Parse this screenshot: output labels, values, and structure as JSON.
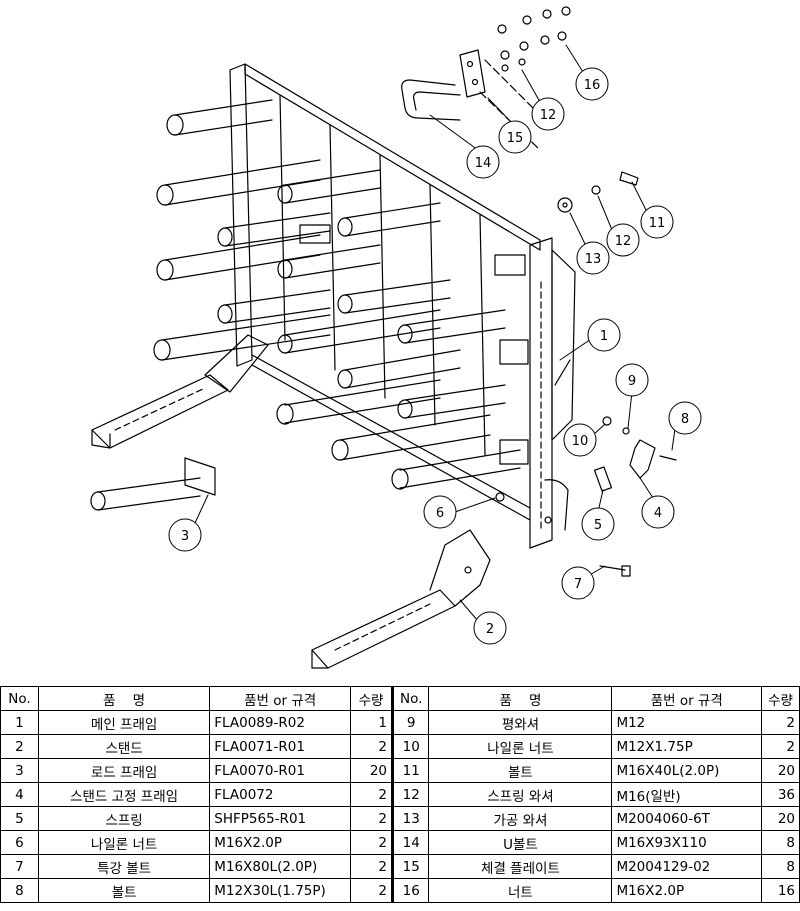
{
  "headers": {
    "no": "No.",
    "name": "품    명",
    "code": "품번 or 규격",
    "qty": "수량"
  },
  "parts_left": [
    {
      "no": "1",
      "name": "메인 프래임",
      "code": "FLA0089-R02",
      "qty": "1"
    },
    {
      "no": "2",
      "name": "스탠드",
      "code": "FLA0071-R01",
      "qty": "2"
    },
    {
      "no": "3",
      "name": "로드 프래임",
      "code": "FLA0070-R01",
      "qty": "20"
    },
    {
      "no": "4",
      "name": "스탠드 고정 프래임",
      "code": "FLA0072",
      "qty": "2"
    },
    {
      "no": "5",
      "name": "스프링",
      "code": "SHFP565-R01",
      "qty": "2"
    },
    {
      "no": "6",
      "name": "나일론 너트",
      "code": "M16X2.0P",
      "qty": "2"
    },
    {
      "no": "7",
      "name": "특강 볼트",
      "code": "M16X80L(2.0P)",
      "qty": "2"
    },
    {
      "no": "8",
      "name": "볼트",
      "code": "M12X30L(1.75P)",
      "qty": "2"
    }
  ],
  "parts_right": [
    {
      "no": "9",
      "name": "평와셔",
      "code": "M12",
      "qty": "2"
    },
    {
      "no": "10",
      "name": "나일론 너트",
      "code": "M12X1.75P",
      "qty": "2"
    },
    {
      "no": "11",
      "name": "볼트",
      "code": "M16X40L(2.0P)",
      "qty": "20"
    },
    {
      "no": "12",
      "name": "스프링 와셔",
      "code": "M16(일반)",
      "qty": "36"
    },
    {
      "no": "13",
      "name": "가공 와셔",
      "code": "M2004060-6T",
      "qty": "20"
    },
    {
      "no": "14",
      "name": "U볼트",
      "code": "M16X93X110",
      "qty": "8"
    },
    {
      "no": "15",
      "name": "체결 플레이트",
      "code": "M2004129-02",
      "qty": "8"
    },
    {
      "no": "16",
      "name": "너트",
      "code": "M16X2.0P",
      "qty": "16"
    }
  ],
  "callouts": [
    "1",
    "2",
    "3",
    "4",
    "5",
    "6",
    "7",
    "8",
    "9",
    "10",
    "11",
    "12",
    "12",
    "13",
    "14",
    "15",
    "16"
  ]
}
